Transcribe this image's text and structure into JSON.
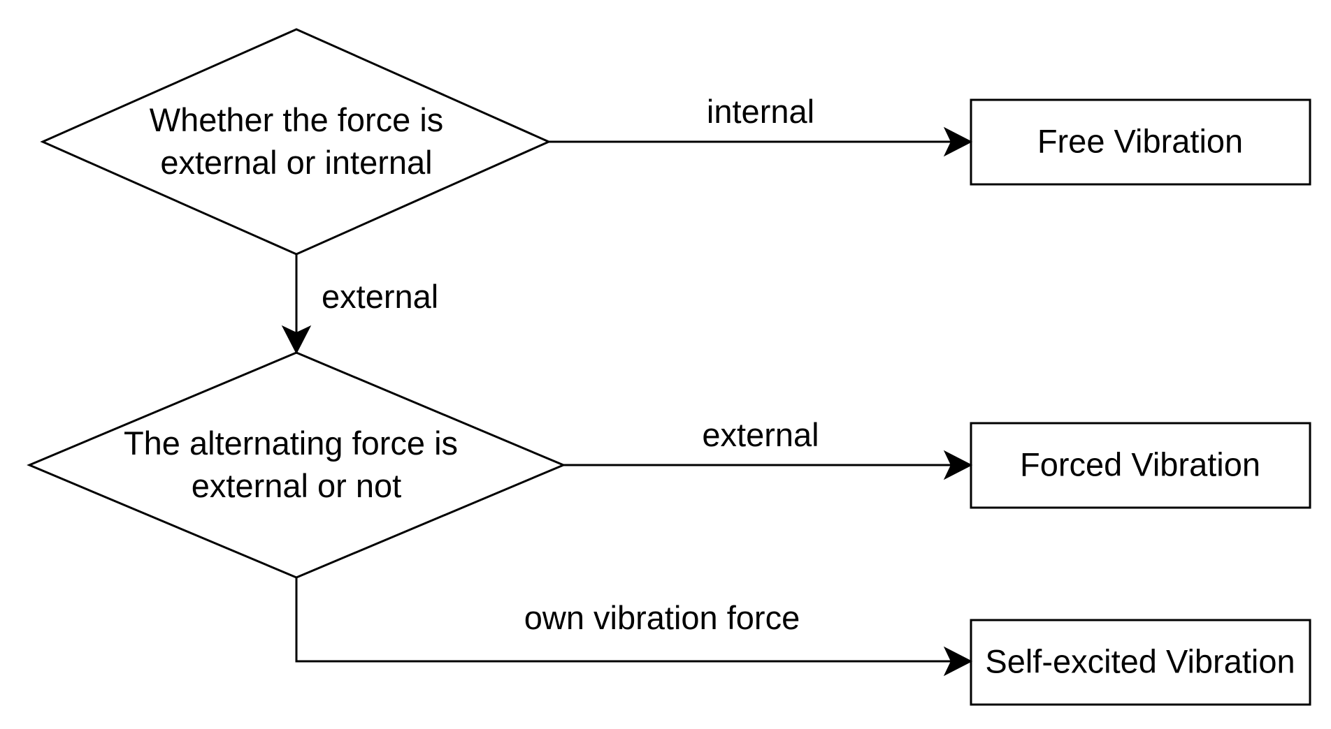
{
  "diagram": {
    "type": "flowchart",
    "nodes": {
      "decision_force_origin": {
        "shape": "diamond",
        "lines": [
          "Whether the force is",
          "external or internal"
        ]
      },
      "decision_alternating": {
        "shape": "diamond",
        "lines": [
          "The alternating force is",
          "external or not"
        ]
      },
      "free_vibration": {
        "shape": "rectangle",
        "label": "Free Vibration"
      },
      "forced_vibration": {
        "shape": "rectangle",
        "label": "Forced Vibration"
      },
      "self_excited_vibration": {
        "shape": "rectangle",
        "label": "Self-excited Vibration"
      }
    },
    "edges": {
      "to_free": {
        "from": "decision_force_origin",
        "to": "free_vibration",
        "label": "internal"
      },
      "to_alternating": {
        "from": "decision_force_origin",
        "to": "decision_alternating",
        "label": "external"
      },
      "to_forced": {
        "from": "decision_alternating",
        "to": "forced_vibration",
        "label": "external"
      },
      "to_self_excited": {
        "from": "decision_alternating",
        "to": "self_excited_vibration",
        "label": "own vibration force"
      }
    },
    "colors": {
      "stroke": "#000000",
      "fill": "#ffffff",
      "text": "#000000"
    }
  }
}
